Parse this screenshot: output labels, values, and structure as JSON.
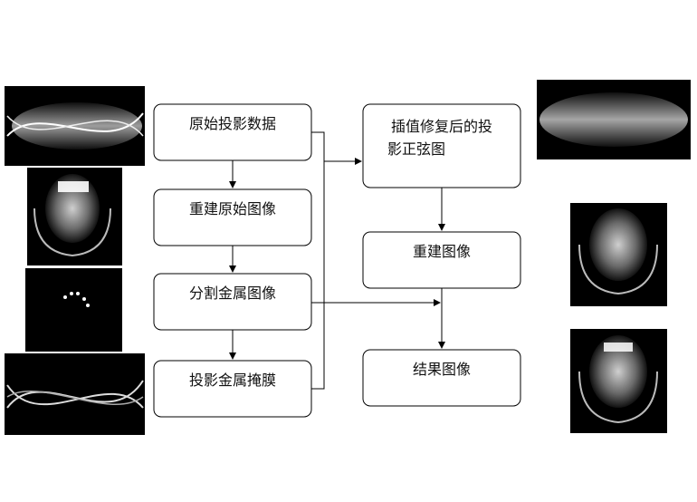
{
  "boxes": {
    "raw_projection": "原始投影数据",
    "recon_original": "重建原始图像",
    "segment_metal": "分割金属图像",
    "project_mask": "投影金属掩膜",
    "interp_line1": "插值修复后的投",
    "interp_line2": "影正弦图",
    "recon_image": "重建图像",
    "result_image": "结果图像"
  },
  "colors": {
    "box_stroke": "#000000",
    "arrow": "#000000",
    "panel_bg": "#000000"
  }
}
